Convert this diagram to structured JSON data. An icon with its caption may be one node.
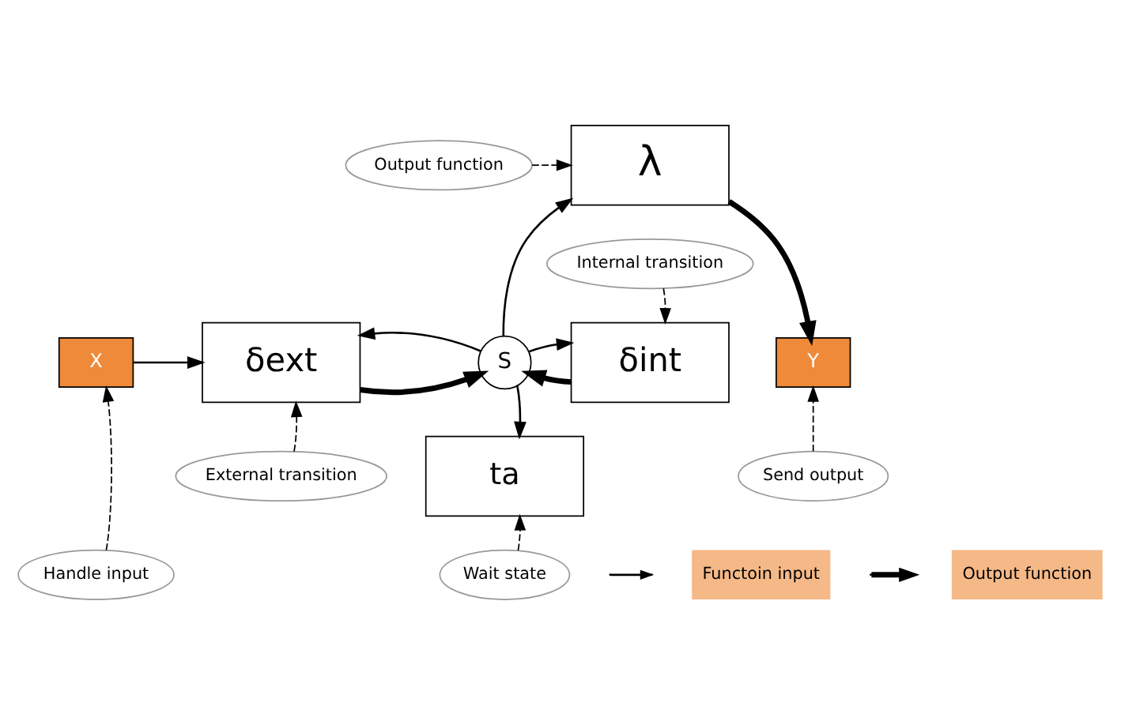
{
  "diagram": {
    "nodes": [
      {
        "text": [
          "X"
        ]
      },
      {
        "text": [
          "Output function"
        ]
      },
      {
        "text": [
          "λ"
        ]
      },
      {
        "text": [
          "Internal transition"
        ]
      },
      {
        "text": [
          "δext"
        ]
      },
      {
        "text": [
          "S"
        ]
      },
      {
        "text": [
          "δint"
        ]
      },
      {
        "text": [
          "Y"
        ]
      },
      {
        "text": [
          "External transition"
        ]
      },
      {
        "text": [
          "ta"
        ]
      },
      {
        "text": [
          "Send output"
        ]
      },
      {
        "text": [
          "Handle input"
        ]
      },
      {
        "text": [
          "Wait state"
        ]
      }
    ],
    "edges": [
      {
        "from": 0,
        "to": 4,
        "arrow": "to"
      },
      {
        "from": 1,
        "to": 2,
        "arrow": "to",
        "style": "dashed"
      },
      {
        "from": 5,
        "to": 2,
        "arrow": "to"
      },
      {
        "from": 2,
        "to": 7,
        "arrow": "to",
        "style": "thick"
      },
      {
        "from": 3,
        "to": 6,
        "arrow": "to",
        "style": "dashed"
      },
      {
        "from": 4,
        "to": 5,
        "arrow": "to",
        "style": "thick"
      },
      {
        "from": 5,
        "to": 4,
        "arrow": "to"
      },
      {
        "from": 6,
        "to": 5,
        "arrow": "to",
        "style": "thick"
      },
      {
        "from": 5,
        "to": 6,
        "arrow": "to"
      },
      {
        "from": 5,
        "to": 9,
        "arrow": "to"
      },
      {
        "from": 8,
        "to": 4,
        "arrow": "to",
        "style": "dashed"
      },
      {
        "from": 12,
        "to": 9,
        "arrow": "to",
        "style": "dashed"
      },
      {
        "from": 11,
        "to": 0,
        "arrow": "to",
        "style": "dashed"
      },
      {
        "from": 10,
        "to": 7,
        "arrow": "to",
        "style": "dashed"
      }
    ],
    "legend": [
      {
        "text": "Functoin input"
      },
      {
        "text": "Output function"
      }
    ]
  }
}
